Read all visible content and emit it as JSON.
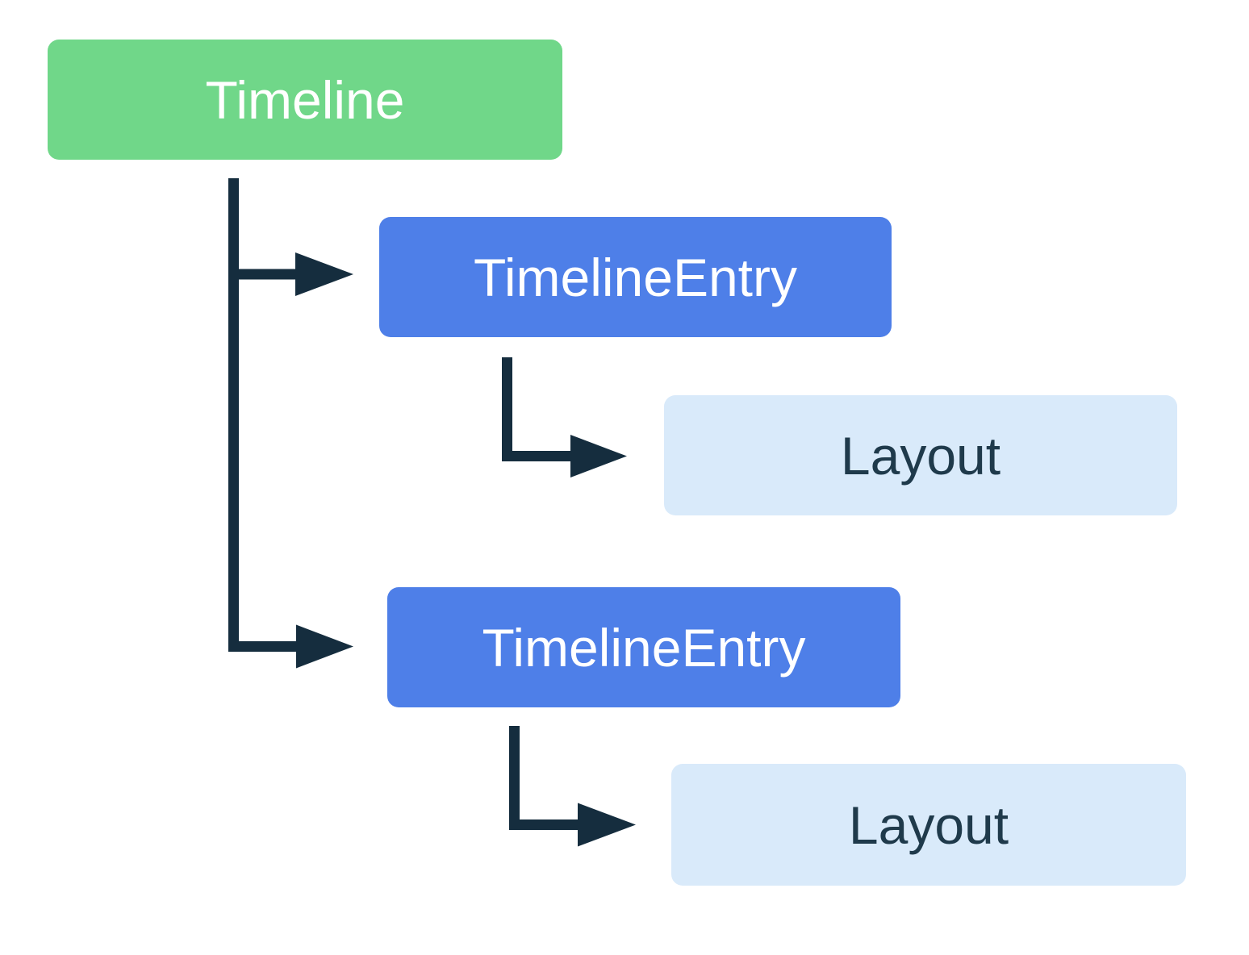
{
  "colors": {
    "background": "#FFFFFF",
    "root_fill": "#70D789",
    "entry_fill": "#4E7FE8",
    "layout_fill": "#D9EAFA",
    "root_text": "#FFFFFF",
    "entry_text": "#FFFFFF",
    "layout_text": "#1F3A4B",
    "connector": "#152D3E"
  },
  "nodes": {
    "timeline": {
      "label": "Timeline"
    },
    "entry_1": {
      "label": "TimelineEntry"
    },
    "layout_1": {
      "label": "Layout"
    },
    "entry_2": {
      "label": "TimelineEntry"
    },
    "layout_2": {
      "label": "Layout"
    }
  }
}
